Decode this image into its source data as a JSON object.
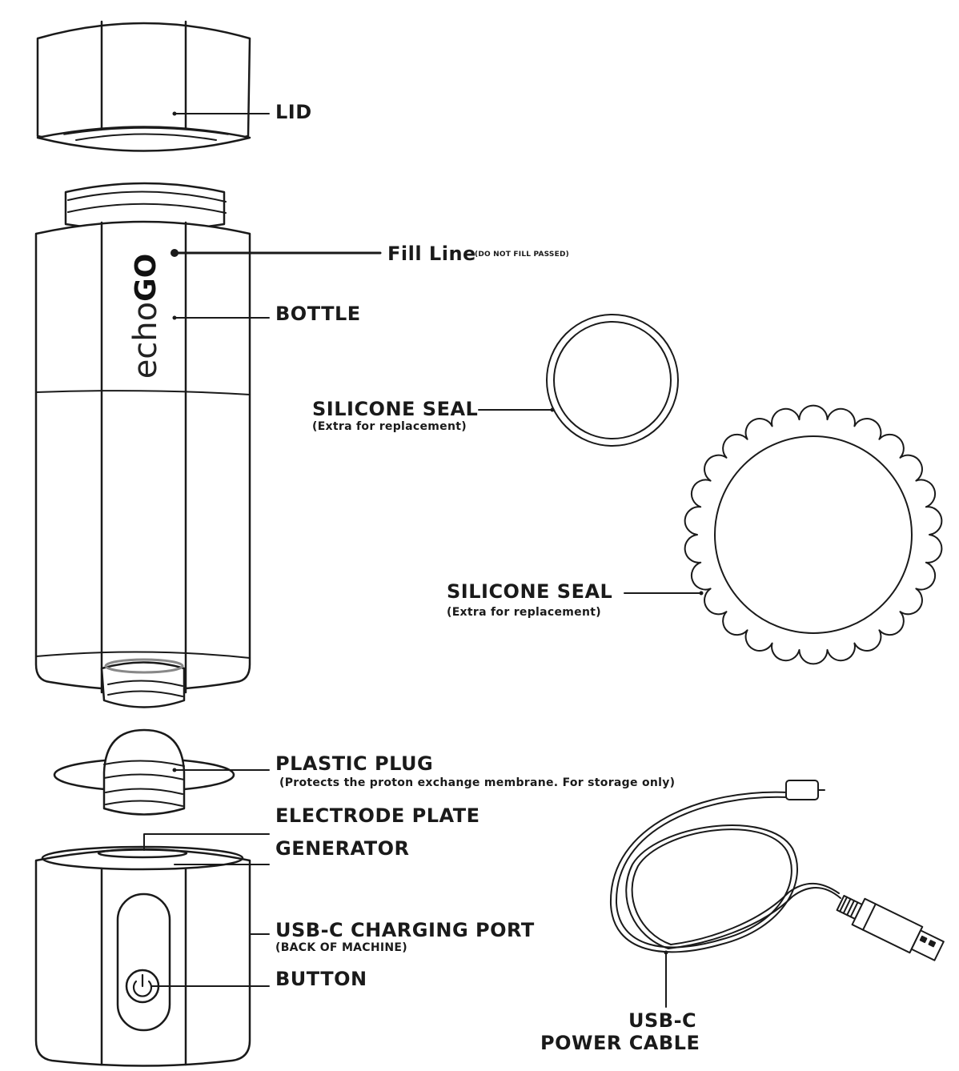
{
  "brand": {
    "logo_light": "echo",
    "logo_bold": "GO"
  },
  "labels": {
    "lid": "LID",
    "fill_line": "Fill Line",
    "fill_line_note": "(DO NOT FILL PASSED)",
    "bottle": "BOTTLE",
    "seal_1": "SILICONE SEAL",
    "seal_1_note": "(Extra for replacement)",
    "seal_2": "SILICONE SEAL",
    "seal_2_note": "(Extra for replacement)",
    "plastic_plug": "PLASTIC PLUG",
    "plastic_plug_note": "(Protects the proton exchange membrane. For storage only)",
    "electrode_plate": "ELECTRODE PLATE",
    "generator": "GENERATOR",
    "usb_port": "USB-C CHARGING PORT",
    "usb_port_note": "(BACK OF MACHINE)",
    "button": "BUTTON",
    "cable_line1": "USB-C",
    "cable_line2": "POWER CABLE"
  },
  "icons": [
    "power-icon"
  ],
  "colors": {
    "line": "#1a1a1a",
    "background": "#ffffff"
  }
}
